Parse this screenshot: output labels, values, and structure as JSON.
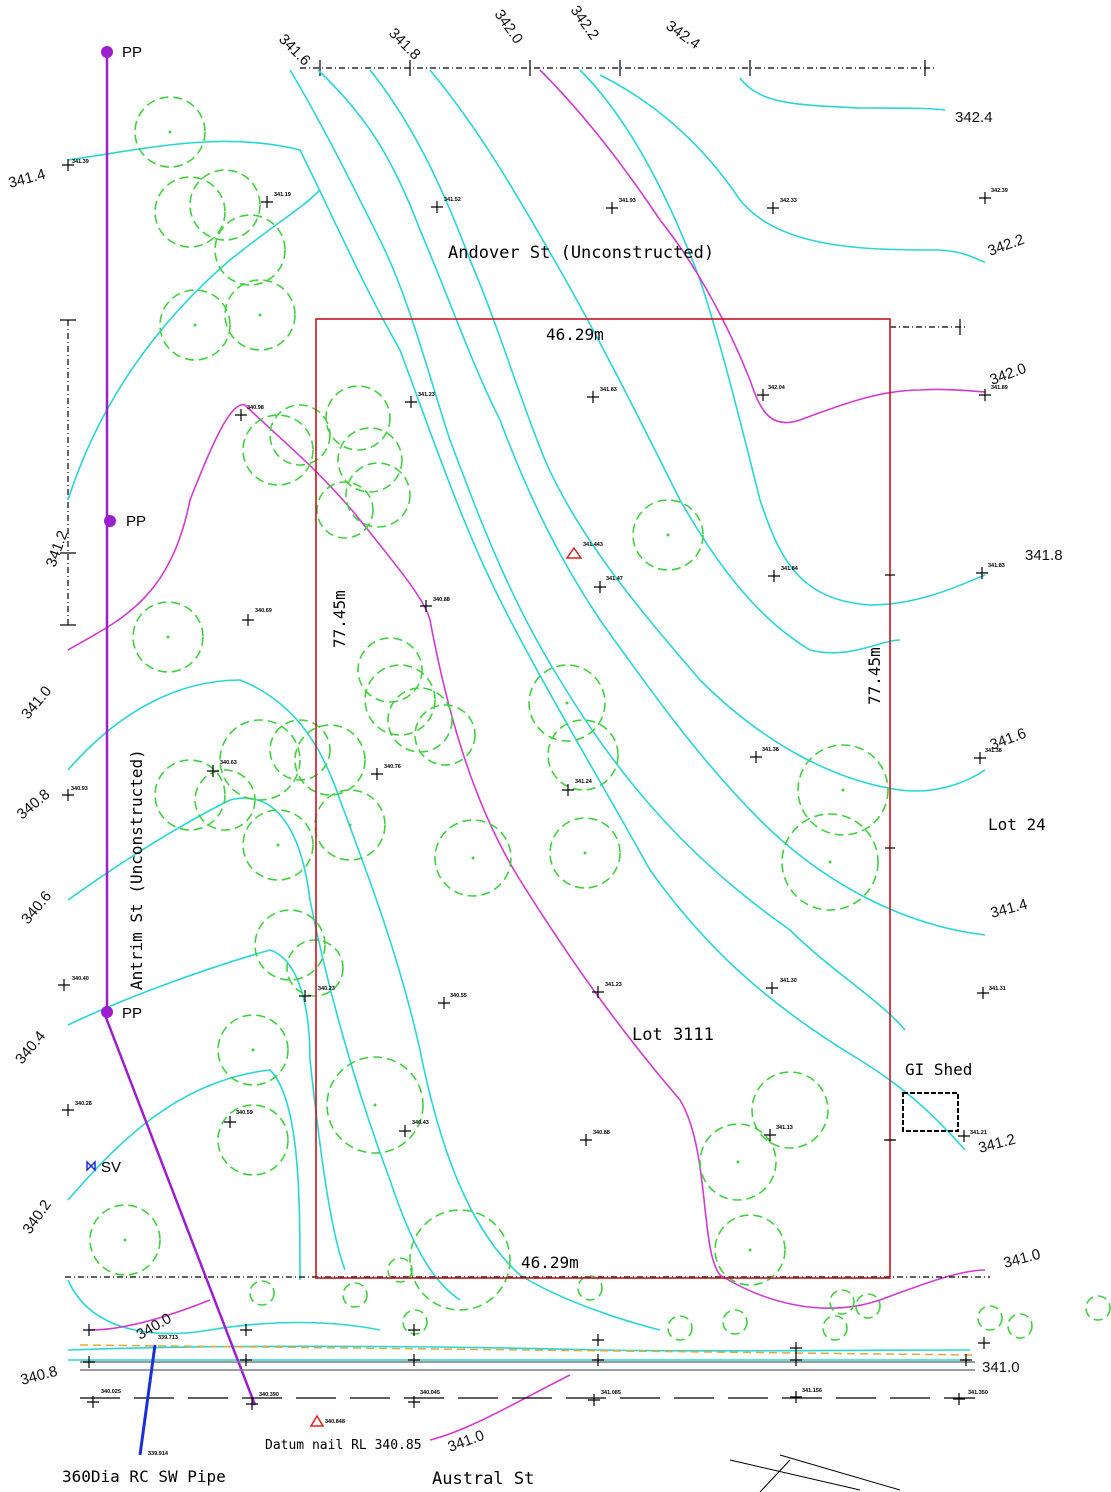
{
  "streets": {
    "north": "Andover St (Unconstructed)",
    "west": "Antrim St (Unconstructed)",
    "south": "Austral St"
  },
  "lots": {
    "main": "Lot 3111",
    "east": "Lot 24"
  },
  "boundary": {
    "top_dim": "46.29m",
    "bottom_dim": "46.29m",
    "left_dim": "77.45m",
    "right_dim": "77.45m"
  },
  "features": {
    "shed": "GI Shed",
    "stop_valve": "SV",
    "power_pole": "PP",
    "pipe": "360Dia RC SW Pipe",
    "datum": "Datum nail RL 340.85"
  },
  "contours": [
    "341.6",
    "341.8",
    "342.0",
    "342.2",
    "342.4",
    "342.4",
    "342.2",
    "342.0",
    "341.8",
    "341.6",
    "341.4",
    "341.2",
    "341.0",
    "341.4",
    "341.2",
    "341.0",
    "340.8",
    "340.6",
    "340.4",
    "340.2",
    "340.0",
    "340.8",
    "341.0",
    "341.0"
  ],
  "spot_levels": [
    "341.39",
    "341.19",
    "341.52",
    "341.93",
    "342.33",
    "342.39",
    "340.98",
    "341.23",
    "341.83",
    "342.04",
    "341.89",
    "341.443",
    "341.47",
    "341.84",
    "341.83",
    "340.69",
    "340.88",
    "340.93",
    "340.76",
    "340.63",
    "341.24",
    "341.38",
    "341.38",
    "340.40",
    "340.23",
    "340.55",
    "341.23",
    "341.30",
    "341.31",
    "340.28",
    "340.59",
    "340.43",
    "340.88",
    "341.13",
    "341.21",
    "339.713",
    "340.025",
    "340.390",
    "340.045",
    "341.085",
    "341.156",
    "341.350",
    "340.848",
    "339.914"
  ],
  "colors": {
    "contour": "#29d6d6",
    "drain": "#d23ad2",
    "tree": "#3fd23f",
    "boundary": "#c8141e",
    "power_pole": "#9b1fd0"
  }
}
